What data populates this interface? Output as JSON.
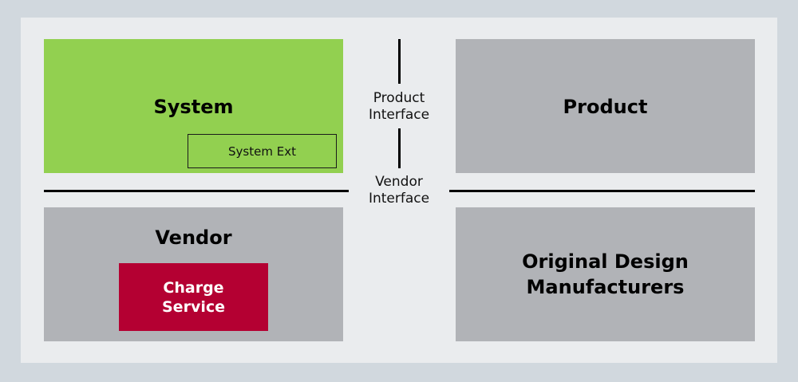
{
  "diagram": {
    "boxes": {
      "system": {
        "label": "System",
        "color": "#92d050"
      },
      "system_ext": {
        "label": "System Ext"
      },
      "product": {
        "label": "Product",
        "color": "#b1b3b7"
      },
      "vendor": {
        "label": "Vendor",
        "color": "#b1b3b7"
      },
      "charge_service": {
        "line1": "Charge",
        "line2": "Service",
        "color": "#b40032"
      },
      "odm": {
        "line1": "Original Design",
        "line2": "Manufacturers",
        "color": "#b1b3b7"
      }
    },
    "interfaces": {
      "product": {
        "line1": "Product",
        "line2": "Interface"
      },
      "vendor": {
        "line1": "Vendor",
        "line2": "Interface"
      }
    }
  }
}
